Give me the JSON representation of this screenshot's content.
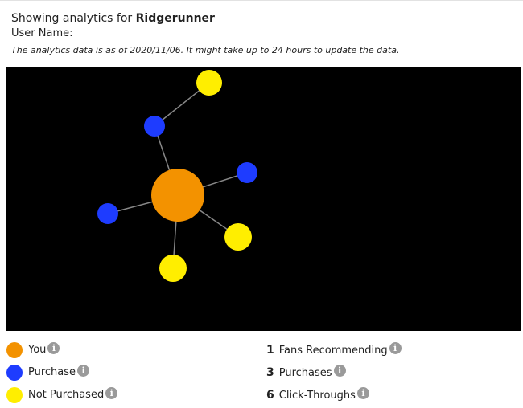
{
  "header": {
    "prefix": "Showing analytics for",
    "artist": "Ridgerunner",
    "user_label": "User Name:",
    "note": "The analytics data is as of 2020/11/06. It might take up to 24 hours to update the data."
  },
  "colors": {
    "you": "#f39200",
    "purchase": "#1e3cff",
    "not_purchased": "#ffee00",
    "graph_background": "#000000",
    "edge": "#888888",
    "info_icon": "#9a9a9a"
  },
  "legend": [
    {
      "label": "You",
      "color": "#f39200"
    },
    {
      "label": "Purchase",
      "color": "#1e3cff"
    },
    {
      "label": "Not Purchased",
      "color": "#ffee00"
    }
  ],
  "stats": [
    {
      "value": "1",
      "label": "Fans Recommending"
    },
    {
      "value": "3",
      "label": "Purchases"
    },
    {
      "value": "6",
      "label": "Click-Throughs"
    }
  ],
  "info_icon_glyph": "i",
  "graph": {
    "nodes": [
      {
        "id": "you",
        "kind": "you"
      },
      {
        "id": "p1",
        "kind": "purchase"
      },
      {
        "id": "p2",
        "kind": "purchase"
      },
      {
        "id": "p3",
        "kind": "purchase"
      },
      {
        "id": "n1",
        "kind": "not_purchased"
      },
      {
        "id": "n2",
        "kind": "not_purchased"
      },
      {
        "id": "n3",
        "kind": "not_purchased"
      }
    ],
    "edges": [
      [
        "you",
        "p1"
      ],
      [
        "p1",
        "n1"
      ],
      [
        "you",
        "p2"
      ],
      [
        "you",
        "p3"
      ],
      [
        "you",
        "n2"
      ],
      [
        "you",
        "n3"
      ]
    ]
  }
}
